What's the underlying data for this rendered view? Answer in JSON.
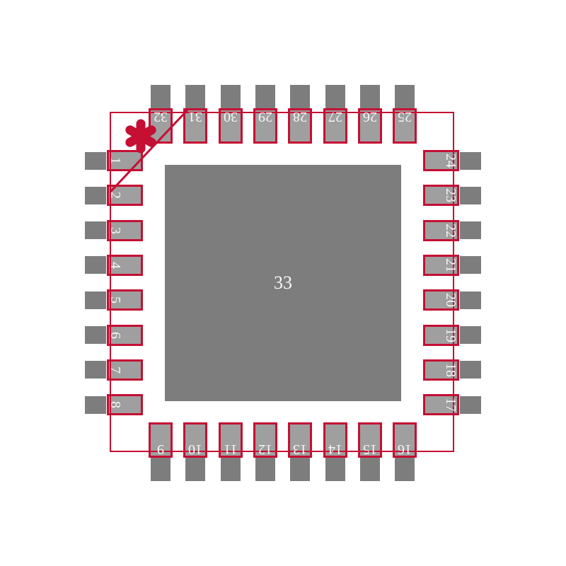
{
  "diagram": {
    "type": "ic-package-land-pattern",
    "center_pad": {
      "label": "33"
    },
    "pins": {
      "top": [
        "32",
        "31",
        "30",
        "29",
        "28",
        "27",
        "26",
        "25"
      ],
      "bottom": [
        "9",
        "10",
        "11",
        "12",
        "13",
        "14",
        "15",
        "16"
      ],
      "left": [
        "1",
        "2",
        "3",
        "4",
        "5",
        "6",
        "7",
        "8"
      ],
      "right": [
        "24",
        "23",
        "22",
        "21",
        "20",
        "19",
        "18",
        "17"
      ]
    },
    "pin1_marker": "asterisk"
  },
  "colors": {
    "accent_red": "#c50f33",
    "pad_fill": "#9f9f9f",
    "lead_fill": "#7d7d7d",
    "label_text": "#f7f7f7",
    "background": "#ffffff"
  }
}
